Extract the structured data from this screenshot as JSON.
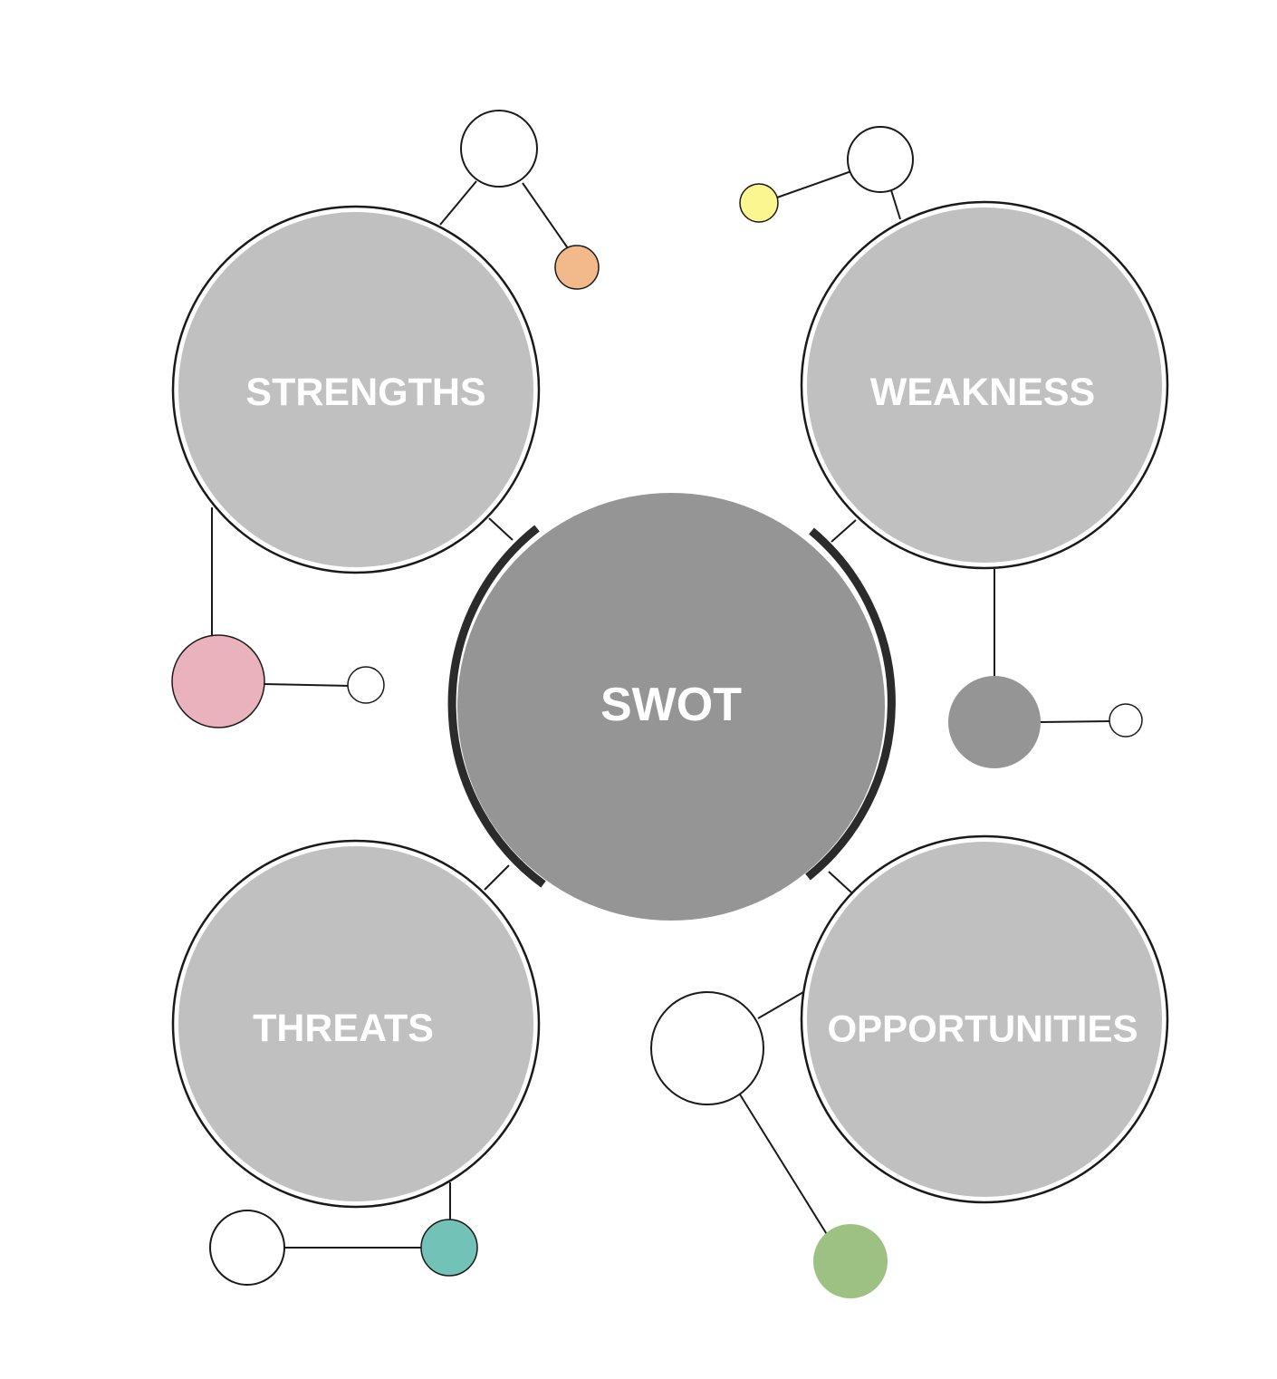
{
  "center": {
    "label": "SWOT",
    "color": "#959595"
  },
  "quadrants": [
    {
      "key": "strengths",
      "label": "STRENGTHS"
    },
    {
      "key": "weakness",
      "label": "WEAKNESS"
    },
    {
      "key": "threats",
      "label": "THREATS"
    },
    {
      "key": "opportunities",
      "label": "OPPORTUNITIES"
    }
  ],
  "colors": {
    "quadrant_fill": "#c0c0c0",
    "outline": "#1a1a1a",
    "arc": "#2b2b2b",
    "accent_orange": "#f2b98b",
    "accent_yellow": "#fbf68f",
    "accent_pink": "#e9b2bd",
    "accent_gray": "#959595",
    "accent_teal": "#72c2b7",
    "accent_green": "#9cc183"
  }
}
